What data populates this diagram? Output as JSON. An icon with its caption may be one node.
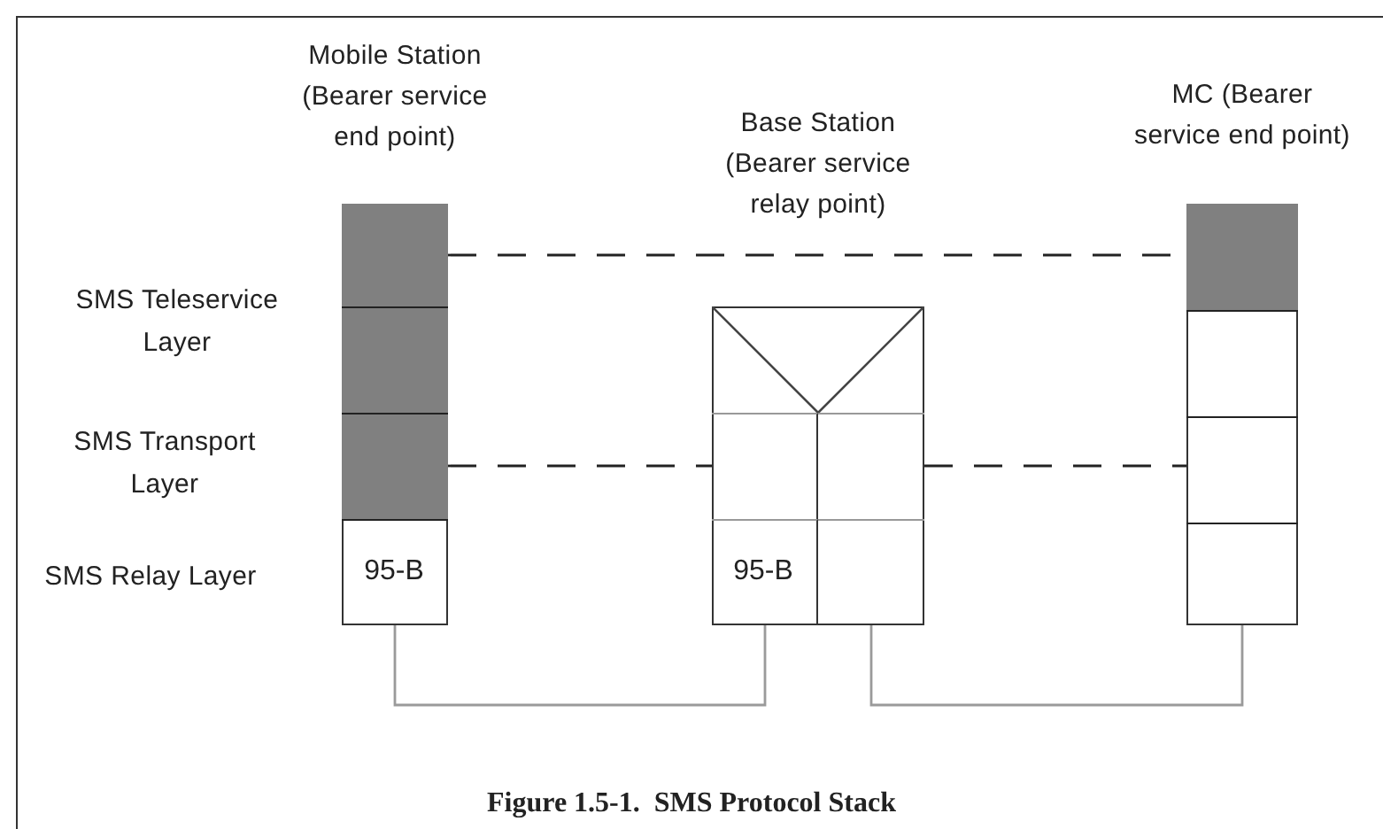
{
  "diagram": {
    "caption": "Figure 1.5-1.  SMS Protocol Stack",
    "nodes": [
      {
        "text": [
          "Mobile Station (Bearer service end point)"
        ]
      },
      {
        "text": [],
        "shape": "box",
        "in": 0
      },
      {
        "text": [],
        "shape": "box",
        "in": 0
      },
      {
        "text": [],
        "shape": "box",
        "in": 0
      },
      {
        "text": [
          "95-B"
        ],
        "in": 0
      },
      {
        "text": [
          "Base Station (Bearer service relay point)"
        ]
      },
      {
        "text": [],
        "shape": "box",
        "in": 5
      },
      {
        "text": [],
        "shape": "box",
        "in": 5
      },
      {
        "text": [],
        "shape": "box",
        "in": 5
      },
      {
        "text": [
          "95-B"
        ],
        "in": 5
      },
      {
        "text": [],
        "shape": "box",
        "in": 5
      },
      {
        "text": [
          "MC (Bearer service end point)"
        ]
      },
      {
        "text": [],
        "shape": "box",
        "in": 11
      },
      {
        "text": [],
        "shape": "box",
        "in": 11
      },
      {
        "text": [],
        "shape": "box",
        "in": 11
      },
      {
        "text": [],
        "shape": "box",
        "in": 11
      }
    ],
    "edges": [
      {
        "from": 1,
        "to": 12,
        "arrow": "none",
        "style": "dashed"
      },
      {
        "from": 3,
        "to": 7,
        "arrow": "none",
        "style": "dashed"
      },
      {
        "from": 8,
        "to": 14,
        "arrow": "none",
        "style": "dashed"
      },
      {
        "from": 4,
        "to": 9,
        "arrow": "none",
        "color": "#9a9a9a"
      },
      {
        "from": 10,
        "to": 15,
        "arrow": "none",
        "color": "#9a9a9a"
      }
    ],
    "labels": [
      "SMS Teleservice Layer",
      "SMS Transport Layer",
      "SMS Relay Layer"
    ]
  }
}
